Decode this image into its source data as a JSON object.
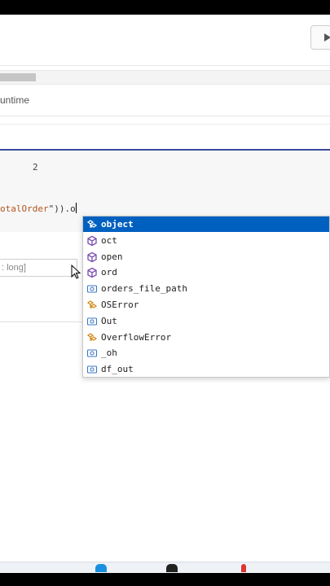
{
  "runtime_label": "untime",
  "cell": {
    "line_number": "2",
    "code_string": "otalOrder",
    "code_suffix": "\")).o"
  },
  "schema_hint": ": long]",
  "autocomplete": {
    "items": [
      {
        "label": "object",
        "kind": "class",
        "selected": true
      },
      {
        "label": "oct",
        "kind": "function",
        "selected": false
      },
      {
        "label": "open",
        "kind": "function",
        "selected": false
      },
      {
        "label": "ord",
        "kind": "function",
        "selected": false
      },
      {
        "label": "orders_file_path",
        "kind": "variable",
        "selected": false
      },
      {
        "label": "OSError",
        "kind": "class",
        "selected": false
      },
      {
        "label": "Out",
        "kind": "variable",
        "selected": false
      },
      {
        "label": "OverflowError",
        "kind": "class",
        "selected": false
      },
      {
        "label": "_oh",
        "kind": "variable",
        "selected": false
      },
      {
        "label": "df_out",
        "kind": "variable",
        "selected": false
      }
    ]
  },
  "colors": {
    "selection": "#0060c0",
    "function_icon": "#7b4bb0",
    "class_icon": "#d18a1a",
    "variable_icon": "#3c78c8",
    "cell_border": "#3a4a9a",
    "string_token": "#b3541e"
  }
}
